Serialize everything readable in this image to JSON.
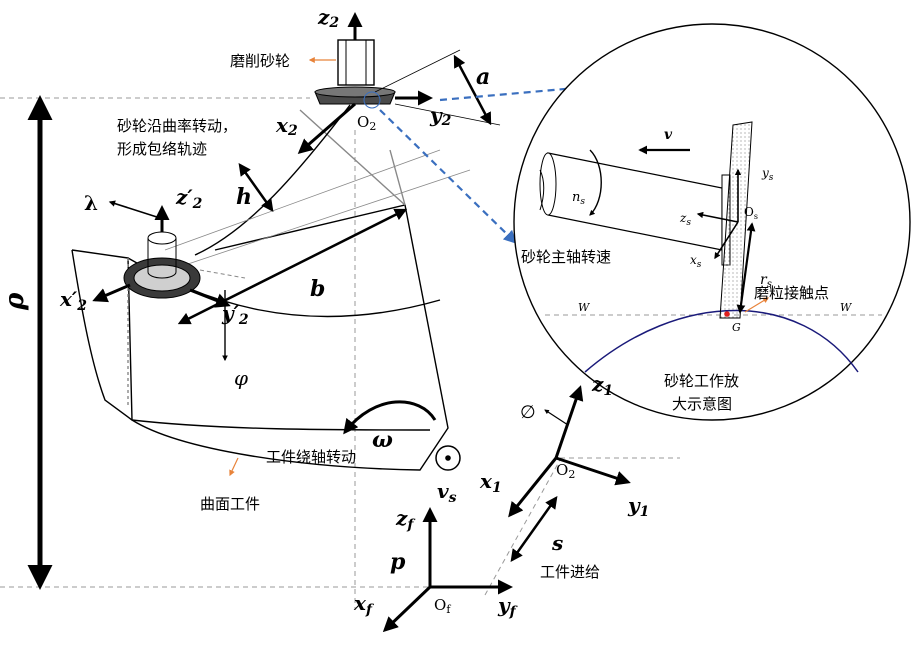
{
  "labels": {
    "grinding_wheel": "磨削砂轮",
    "wheel_curvature_rotation_line1": "砂轮沿曲率转动，",
    "wheel_curvature_rotation_line2": "形成包络轨迹",
    "spindle_speed": "砂轮主轴转速",
    "grain_contact_point": "磨粒接触点",
    "zoom_view_line1": "砂轮工作放",
    "zoom_view_line2": "大示意图",
    "workpiece_rotation": "工件绕轴转动",
    "curved_workpiece": "曲面工件",
    "workpiece_feed": "工件进给"
  },
  "symbols": {
    "z2": "z",
    "z2_sub": "2",
    "a": "a",
    "O2_top": "O",
    "O2_top_sub": "2",
    "y2": "y",
    "y2_sub": "2",
    "x2": "x",
    "x2_sub": "2",
    "h": "h",
    "lambda": "λ",
    "z2p": "z′",
    "z2p_sub": "2",
    "x2p": "x′",
    "x2p_sub": "2",
    "y2p": "y′",
    "y2p_sub": "2",
    "b": "b",
    "phi": "φ",
    "rho": "ρ",
    "omega": "ω",
    "vs": "v",
    "vs_sub": "s",
    "v": "v",
    "ns": "n",
    "ns_sub": "s",
    "ys": "y",
    "ys_sub": "s",
    "Os": "O",
    "Os_sub": "s",
    "zs": "z",
    "zs_sub": "s",
    "xs": "x",
    "xs_sub": "s",
    "rs": "r",
    "rs_sub": "s",
    "W_left": "W",
    "W_right": "W",
    "G": "G",
    "z1": "z",
    "z1_sub": "1",
    "empty_set": "∅",
    "x1": "x",
    "x1_sub": "1",
    "O2_low": "O",
    "O2_low_sub": "2",
    "y1": "y",
    "y1_sub": "1",
    "s": "s",
    "zf": "z",
    "zf_sub": "f",
    "p": "p",
    "xf": "x",
    "xf_sub": "f",
    "Of": "O",
    "Of_sub": "f",
    "yf": "y",
    "yf_sub": "f"
  },
  "colors": {
    "ink": "#000000",
    "callout_arrow": "#e8833a",
    "dashed_link": "#3a6fbf",
    "arc": "#1a1a7a",
    "contact_point": "#e0201e",
    "wheel_fill": "#d8d8d8"
  }
}
